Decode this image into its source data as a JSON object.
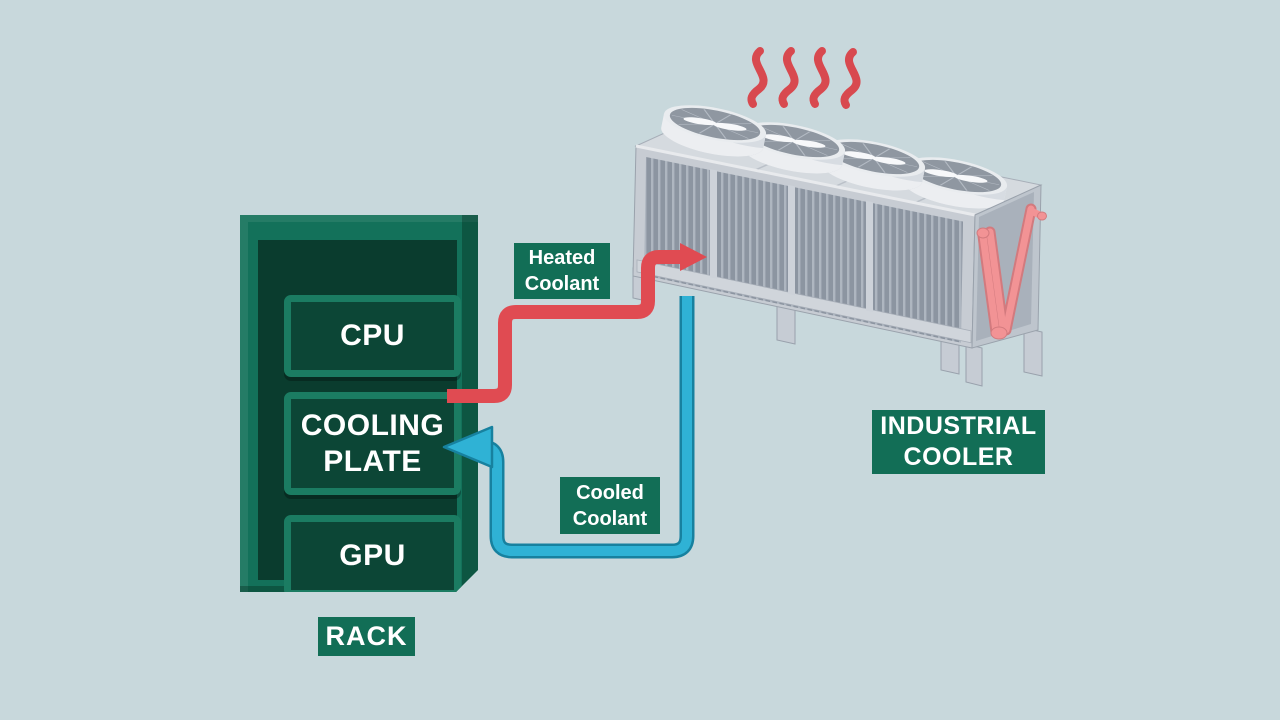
{
  "diagram": {
    "rack": {
      "badge": "RACK",
      "slots": [
        {
          "label": "CPU"
        },
        {
          "label": "COOLING PLATE"
        },
        {
          "label": "GPU"
        }
      ]
    },
    "flows": {
      "heated": {
        "label": "Heated Coolant",
        "color": "#E04B52"
      },
      "cooled": {
        "label": "Cooled Coolant",
        "color": "#2FB2D5"
      }
    },
    "cooler": {
      "badge": "INDUSTRIAL COOLER"
    },
    "colors": {
      "background": "#C8D8DC",
      "badge_green": "#126E56",
      "rack_green": "#13715A",
      "rack_panel_green": "#0A3C2E",
      "slot_fill": "#0C4636",
      "slot_border": "#1B7C62",
      "heat_wave_red": "#D8494F",
      "pipe_red": "#E04B52",
      "pipe_blue": "#2FB2D5",
      "pipe_blue_outline": "#17819F",
      "cooler_body_gray": "#C7CCD3",
      "cooler_grille_gray": "#8C95A1",
      "cooler_pipe_pink": "#F29395"
    }
  }
}
